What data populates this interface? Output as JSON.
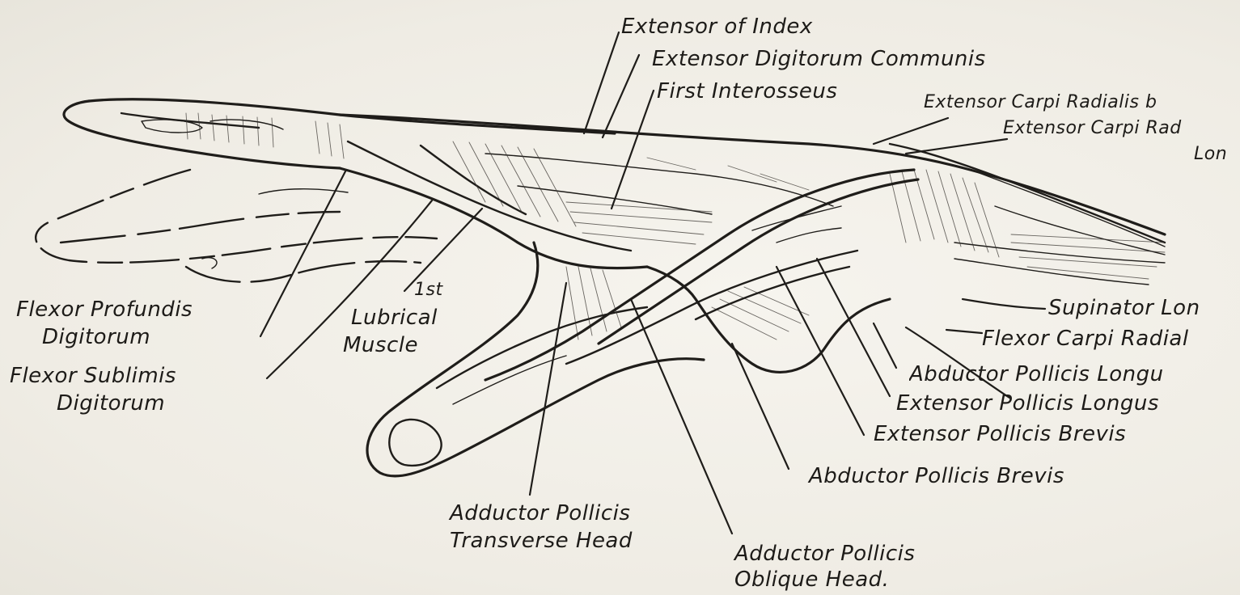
{
  "labels": {
    "extensor_of_index": "Extensor of Index",
    "extensor_digitorum_communis": "Extensor Digitorum Communis",
    "first_interosseus": "First Interosseus",
    "extensor_carpi_radialis_brevis": "Extensor Carpi Radialis b",
    "extensor_carpi_radialis_longus_1": "Extensor Carpi Rad",
    "extensor_carpi_radialis_longus_2": "Lon",
    "flexor_profundis_1": "Flexor Profundis",
    "flexor_profundis_2": "Digitorum",
    "flexor_sublimis_1": "Flexor Sublimis",
    "flexor_sublimis_2": "Digitorum",
    "lubrical_1": "1st",
    "lubrical_2": "Lubrical",
    "lubrical_3": "Muscle",
    "supinator_longus": "Supinator Lon",
    "flexor_carpi_radialis": "Flexor Carpi Radial",
    "abductor_pollicis_longus": "Abductor Pollicis Longu",
    "extensor_pollicis_longus": "Extensor Pollicis Longus",
    "extensor_pollicis_brevis": "Extensor Pollicis Brevis",
    "abductor_pollicis_brevis": "Abductor Pollicis Brevis",
    "adductor_transverse_1": "Adductor Pollicis",
    "adductor_transverse_2": "Transverse Head",
    "adductor_oblique_1": "Adductor Pollicis",
    "adductor_oblique_2": "Oblique Head."
  },
  "colors": {
    "ink": "#1f1d1a",
    "paper": "#f4f2ec"
  }
}
